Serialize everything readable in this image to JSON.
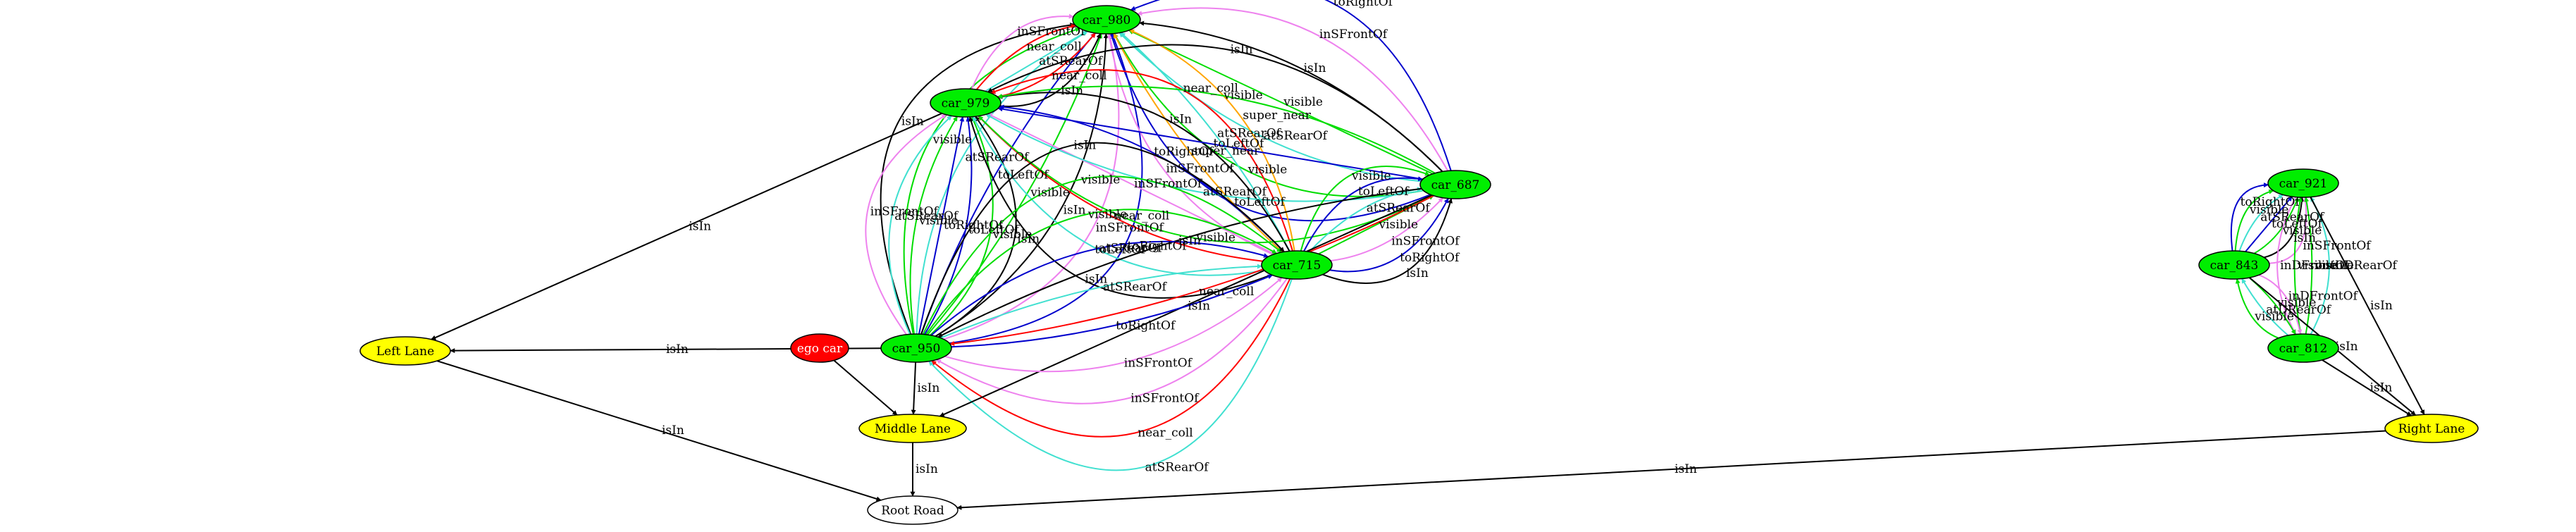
{
  "nodes": {
    "car_980": {
      "label": "car_980",
      "color": "#00ee00"
    },
    "car_979": {
      "label": "car_979",
      "color": "#00ee00"
    },
    "car_687": {
      "label": "car_687",
      "color": "#00ee00"
    },
    "car_715": {
      "label": "car_715",
      "color": "#00ee00"
    },
    "car_950": {
      "label": "car_950",
      "color": "#00ee00"
    },
    "ego_car": {
      "label": "ego car",
      "color": "#ff0000"
    },
    "left_lane": {
      "label": "Left Lane",
      "color": "#ffff00"
    },
    "middle_lane": {
      "label": "Middle Lane",
      "color": "#ffff00"
    },
    "right_lane": {
      "label": "Right Lane",
      "color": "#ffff00"
    },
    "root_road": {
      "label": "Root Road",
      "color": "#ffffff"
    },
    "car_921": {
      "label": "car_921",
      "color": "#00ee00"
    },
    "car_843": {
      "label": "car_843",
      "color": "#00ee00"
    },
    "car_812": {
      "label": "car_812",
      "color": "#00ee00"
    }
  },
  "relation_colors": {
    "isIn": "#000000",
    "visible": "#00dd00",
    "atSRearOf": "#40e0d0",
    "atDRearOf": "#40e0d0",
    "toLeftOf": "#0000cc",
    "toRightOf": "#0000cc",
    "inSFrontOf": "#ee82ee",
    "inDFrontOf": "#ee82ee",
    "near_coll": "#ff0000",
    "super_near": "#ffa500"
  },
  "edges": [
    {
      "from": "car_950",
      "to": "car_980",
      "label": "isIn"
    },
    {
      "from": "car_950",
      "to": "car_980",
      "label": "visible"
    },
    {
      "from": "car_950",
      "to": "car_980",
      "label": "atSRearOf"
    },
    {
      "from": "car_950",
      "to": "car_980",
      "label": "toLeftOf"
    },
    {
      "from": "car_950",
      "to": "car_980",
      "label": "visible"
    },
    {
      "from": "car_950",
      "to": "car_980",
      "label": "isIn"
    },
    {
      "from": "car_950",
      "to": "car_980",
      "label": "inSFrontOf"
    },
    {
      "from": "car_950",
      "to": "car_980",
      "label": "toRightOf"
    },
    {
      "from": "car_979",
      "to": "car_980",
      "label": "inSFrontOf"
    },
    {
      "from": "car_979",
      "to": "car_980",
      "label": "near_coll"
    },
    {
      "from": "car_979",
      "to": "car_980",
      "label": "atSRearOf"
    },
    {
      "from": "car_979",
      "to": "car_980",
      "label": "near_coll"
    },
    {
      "from": "car_979",
      "to": "car_980",
      "label": "isIn"
    },
    {
      "from": "car_687",
      "to": "car_980",
      "label": "toLeftOf"
    },
    {
      "from": "car_687",
      "to": "car_980",
      "label": "visible"
    },
    {
      "from": "car_687",
      "to": "car_980",
      "label": "atSRearOf"
    },
    {
      "from": "car_687",
      "to": "car_980",
      "label": "visible"
    },
    {
      "from": "car_687",
      "to": "car_980",
      "label": "isIn"
    },
    {
      "from": "car_687",
      "to": "car_980",
      "label": "inSFrontOf"
    },
    {
      "from": "car_687",
      "to": "car_980",
      "label": "toRightOf"
    },
    {
      "from": "car_715",
      "to": "car_980",
      "label": "inSFrontOf"
    },
    {
      "from": "car_715",
      "to": "car_980",
      "label": "super_near"
    },
    {
      "from": "car_715",
      "to": "car_980",
      "label": "atSRearOf"
    },
    {
      "from": "car_715",
      "to": "car_980",
      "label": "super_near"
    },
    {
      "from": "car_979",
      "to": "left_lane",
      "label": "isIn"
    },
    {
      "from": "car_950",
      "to": "car_979",
      "label": "inSFrontOf"
    },
    {
      "from": "car_950",
      "to": "car_979",
      "label": "atSRearOf"
    },
    {
      "from": "car_950",
      "to": "car_979",
      "label": "visible"
    },
    {
      "from": "car_950",
      "to": "car_979",
      "label": "toRightOf"
    },
    {
      "from": "car_950",
      "to": "car_979",
      "label": "toLeftOf"
    },
    {
      "from": "car_950",
      "to": "car_979",
      "label": "visible"
    },
    {
      "from": "car_950",
      "to": "car_979",
      "label": "isIn"
    },
    {
      "from": "car_715",
      "to": "car_979",
      "label": "isIn"
    },
    {
      "from": "car_715",
      "to": "car_979",
      "label": "atSRearOf"
    },
    {
      "from": "car_715",
      "to": "car_979",
      "label": "near_coll"
    },
    {
      "from": "car_715",
      "to": "car_979",
      "label": "inSFrontOf"
    },
    {
      "from": "car_715",
      "to": "car_979",
      "label": "toRightOf"
    },
    {
      "from": "car_715",
      "to": "car_979",
      "label": "isIn"
    },
    {
      "from": "car_715",
      "to": "car_979",
      "label": "near_coll"
    },
    {
      "from": "car_687",
      "to": "car_979",
      "label": "visible"
    },
    {
      "from": "car_687",
      "to": "car_979",
      "label": "atSRearOf"
    },
    {
      "from": "car_687",
      "to": "car_979",
      "label": "toLeftOf"
    },
    {
      "from": "car_687",
      "to": "car_979",
      "label": "visible"
    },
    {
      "from": "car_687",
      "to": "car_979",
      "label": "isIn"
    },
    {
      "from": "car_715",
      "to": "car_950",
      "label": "atSRearOf"
    },
    {
      "from": "car_715",
      "to": "car_950",
      "label": "near_coll"
    },
    {
      "from": "car_715",
      "to": "car_950",
      "label": "inSFrontOf"
    },
    {
      "from": "car_715",
      "to": "car_687",
      "label": "isIn"
    },
    {
      "from": "car_715",
      "to": "car_687",
      "label": "toRightOf"
    },
    {
      "from": "car_715",
      "to": "car_687",
      "label": "inSFrontOf"
    },
    {
      "from": "car_715",
      "to": "car_687",
      "label": "visible"
    },
    {
      "from": "car_715",
      "to": "car_687",
      "label": "atSRearOf"
    },
    {
      "from": "car_715",
      "to": "car_687",
      "label": "toLeftOf"
    },
    {
      "from": "car_715",
      "to": "car_687",
      "label": "visible"
    },
    {
      "from": "car_687",
      "to": "car_950",
      "label": "near_coll"
    },
    {
      "from": "car_687",
      "to": "car_950",
      "label": "isIn"
    },
    {
      "from": "car_687",
      "to": "middle_lane",
      "label": "isIn"
    },
    {
      "from": "car_950",
      "to": "left_lane",
      "label": "isIn"
    },
    {
      "from": "car_950",
      "to": "car_715",
      "label": "inSFrontOf"
    },
    {
      "from": "car_950",
      "to": "car_715",
      "label": "toRightOf"
    },
    {
      "from": "car_950",
      "to": "car_715",
      "label": "atSRearOf"
    },
    {
      "from": "car_950",
      "to": "car_715",
      "label": "toLeftOf"
    },
    {
      "from": "car_950",
      "to": "car_715",
      "label": "visible"
    },
    {
      "from": "car_950",
      "to": "car_715",
      "label": "visible"
    },
    {
      "from": "car_950",
      "to": "car_715",
      "label": "isIn"
    },
    {
      "from": "car_950",
      "to": "middle_lane",
      "label": "isIn"
    },
    {
      "from": "ego_car",
      "to": "middle_lane",
      "label": ""
    },
    {
      "from": "left_lane",
      "to": "root_road",
      "label": "isIn"
    },
    {
      "from": "middle_lane",
      "to": "root_road",
      "label": "isIn"
    },
    {
      "from": "right_lane",
      "to": "root_road",
      "label": "isIn"
    },
    {
      "from": "car_843",
      "to": "car_921",
      "label": "toRightOf"
    },
    {
      "from": "car_843",
      "to": "car_921",
      "label": "visible"
    },
    {
      "from": "car_843",
      "to": "car_921",
      "label": "atSRearOf"
    },
    {
      "from": "car_843",
      "to": "car_921",
      "label": "toLeftOf"
    },
    {
      "from": "car_843",
      "to": "car_921",
      "label": "visible"
    },
    {
      "from": "car_843",
      "to": "car_921",
      "label": "isIn"
    },
    {
      "from": "car_843",
      "to": "car_921",
      "label": "inSFrontOf"
    },
    {
      "from": "car_921",
      "to": "car_812",
      "label": "inDFrontOf"
    },
    {
      "from": "car_812",
      "to": "car_921",
      "label": "visible"
    },
    {
      "from": "car_812",
      "to": "car_921",
      "label": "visible"
    },
    {
      "from": "car_812",
      "to": "car_921",
      "label": "atDRearOf"
    },
    {
      "from": "car_812",
      "to": "car_843",
      "label": "visible"
    },
    {
      "from": "car_812",
      "to": "car_843",
      "label": "atDRearOf"
    },
    {
      "from": "car_843",
      "to": "car_812",
      "label": "visible"
    },
    {
      "from": "car_843",
      "to": "car_812",
      "label": "inDFrontOf"
    },
    {
      "from": "car_843",
      "to": "right_lane",
      "label": "isIn"
    },
    {
      "from": "car_812",
      "to": "right_lane",
      "label": "isIn"
    },
    {
      "from": "car_921",
      "to": "right_lane",
      "label": "isIn"
    }
  ]
}
